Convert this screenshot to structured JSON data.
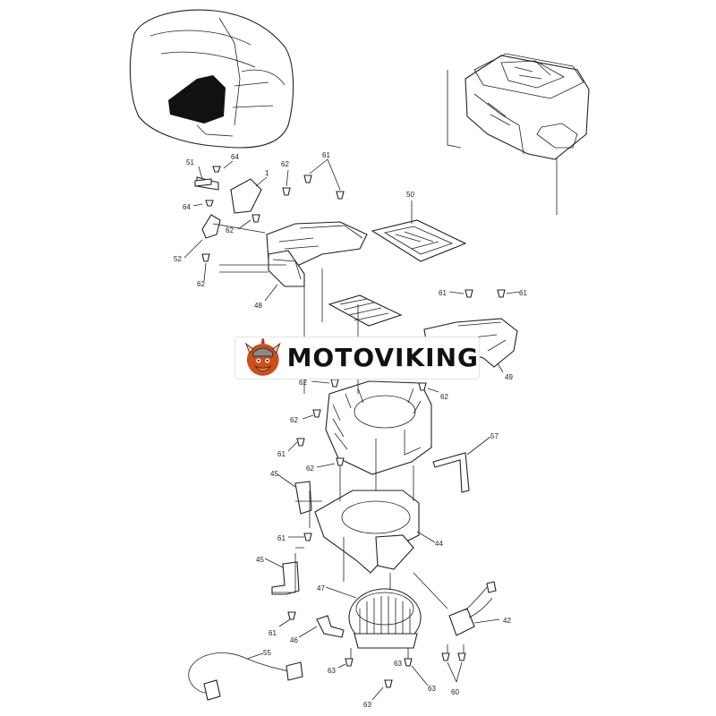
{
  "brand": {
    "name": "MOTOVIKING"
  },
  "callouts": [
    {
      "id": "51",
      "label": "51"
    },
    {
      "id": "64a",
      "label": "64"
    },
    {
      "id": "1",
      "label": "1"
    },
    {
      "id": "64b",
      "label": "64"
    },
    {
      "id": "62a",
      "label": "62"
    },
    {
      "id": "61a",
      "label": "61"
    },
    {
      "id": "62b",
      "label": "62"
    },
    {
      "id": "52",
      "label": "52"
    },
    {
      "id": "62c",
      "label": "62"
    },
    {
      "id": "48",
      "label": "48"
    },
    {
      "id": "50",
      "label": "50"
    },
    {
      "id": "61b",
      "label": "61"
    },
    {
      "id": "61c",
      "label": "61"
    },
    {
      "id": "49",
      "label": "49"
    },
    {
      "id": "62d",
      "label": "62"
    },
    {
      "id": "62e",
      "label": "62"
    },
    {
      "id": "62f",
      "label": "62"
    },
    {
      "id": "61d",
      "label": "61"
    },
    {
      "id": "62g",
      "label": "62"
    },
    {
      "id": "57",
      "label": "57"
    },
    {
      "id": "45a",
      "label": "45"
    },
    {
      "id": "61e",
      "label": "61"
    },
    {
      "id": "44",
      "label": "44"
    },
    {
      "id": "45b",
      "label": "45"
    },
    {
      "id": "47",
      "label": "47"
    },
    {
      "id": "61f",
      "label": "61"
    },
    {
      "id": "46",
      "label": "46"
    },
    {
      "id": "42",
      "label": "42"
    },
    {
      "id": "55",
      "label": "55"
    },
    {
      "id": "63a",
      "label": "63"
    },
    {
      "id": "63b",
      "label": "63"
    },
    {
      "id": "63c",
      "label": "63"
    },
    {
      "id": "63d",
      "label": "63"
    },
    {
      "id": "60",
      "label": "60"
    }
  ]
}
